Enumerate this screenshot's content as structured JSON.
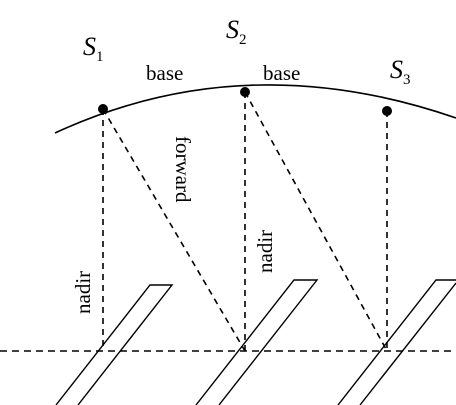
{
  "labels": {
    "s1": {
      "letter": "S",
      "sub": "1"
    },
    "s2": {
      "letter": "S",
      "sub": "2"
    },
    "s3": {
      "letter": "S",
      "sub": "3"
    },
    "base_left": "base",
    "base_right": "base",
    "forward": "forward",
    "nadir_left": "nadir",
    "nadir_middle": "nadir"
  }
}
